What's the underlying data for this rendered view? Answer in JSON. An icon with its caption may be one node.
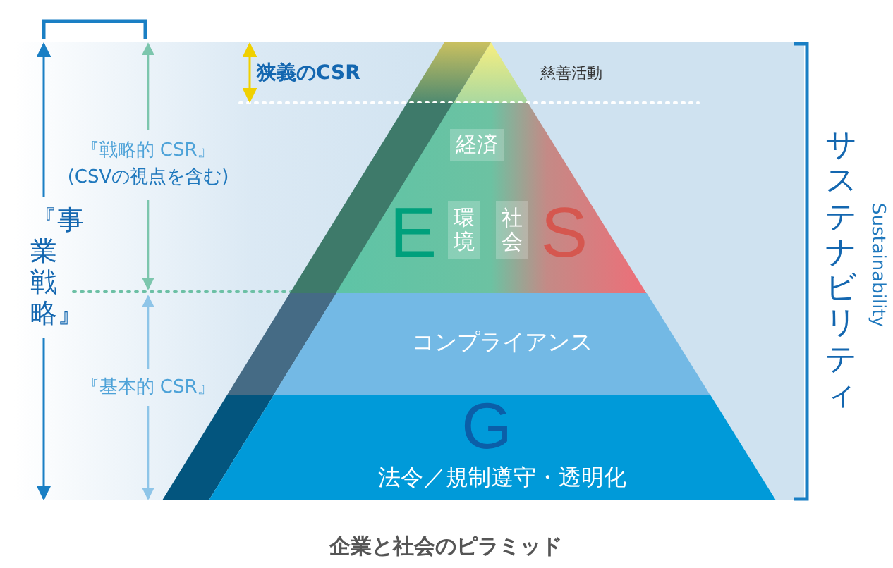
{
  "diagram": {
    "caption": "企業と社会のピラミッド",
    "nodes": [
      {
        "text": [
          "経済",
          "E",
          "環境",
          "社会",
          "S"
        ]
      },
      {
        "text": [
          "コンプライアンス"
        ]
      },
      {
        "text": [
          "G",
          "法令／規制遵守・透明化"
        ]
      }
    ],
    "labels": [
      "狭義のCSR",
      "慈善活動",
      "『戦略的 CSR』",
      "(CSVの視点を含む)",
      "『事業戦略』",
      "『基本的 CSR』",
      "サステナビリティ",
      "Sustainability"
    ]
  }
}
